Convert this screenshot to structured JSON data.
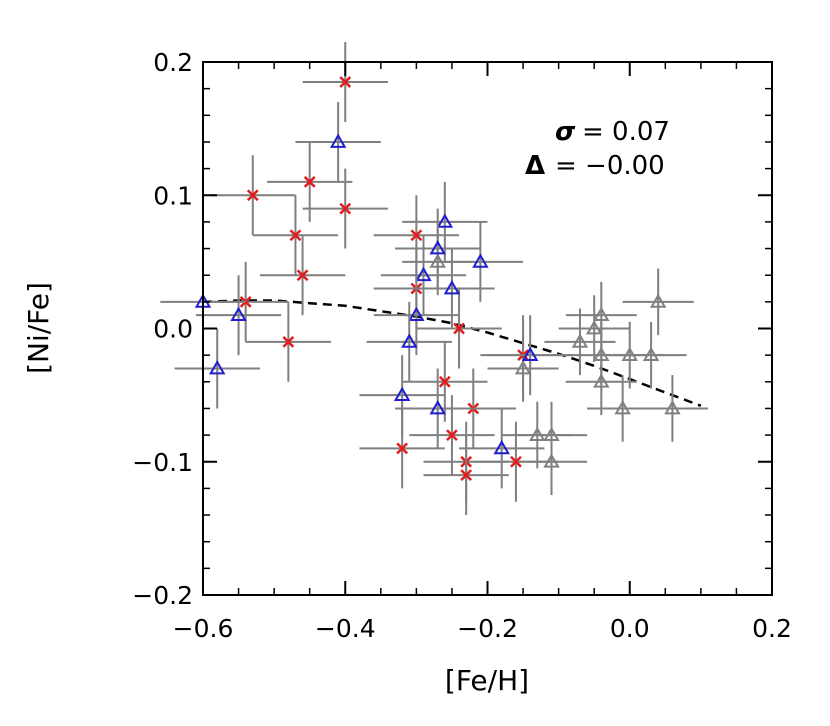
{
  "chart_data": {
    "type": "scatter",
    "xlabel": "[Fe/H]",
    "ylabel": "[Ni/Fe]",
    "xlim": [
      -0.6,
      0.2
    ],
    "ylim": [
      -0.2,
      0.2
    ],
    "x_ticks": [
      -0.6,
      -0.4,
      -0.2,
      0.0,
      0.2
    ],
    "y_ticks": [
      -0.2,
      -0.1,
      0.0,
      0.1,
      0.2
    ],
    "x_tick_labels": [
      "−0.6",
      "−0.4",
      "−0.2",
      "0.0",
      "0.2"
    ],
    "y_tick_labels": [
      "−0.2",
      "−0.1",
      "0.0",
      "0.1",
      "0.2"
    ],
    "annotations": [
      {
        "symbol": "σ",
        "text": "=  0.07"
      },
      {
        "symbol": "Δ",
        "text": "=  −0.00"
      }
    ],
    "series": [
      {
        "marker": "x",
        "color": "#e41a1c",
        "x_err": 0.06,
        "y_err": 0.03,
        "points": [
          [
            -0.4,
            0.185
          ],
          [
            -0.53,
            0.1
          ],
          [
            -0.45,
            0.11
          ],
          [
            -0.4,
            0.09
          ],
          [
            -0.47,
            0.07
          ],
          [
            -0.46,
            0.04
          ],
          [
            -0.48,
            -0.01
          ],
          [
            -0.54,
            0.02
          ],
          [
            -0.3,
            0.07
          ],
          [
            -0.3,
            0.03
          ],
          [
            -0.24,
            0.0
          ],
          [
            -0.15,
            -0.02
          ],
          [
            -0.26,
            -0.04
          ],
          [
            -0.22,
            -0.06
          ],
          [
            -0.25,
            -0.08
          ],
          [
            -0.32,
            -0.09
          ],
          [
            -0.16,
            -0.1
          ],
          [
            -0.23,
            -0.1
          ],
          [
            -0.23,
            -0.11
          ]
        ]
      },
      {
        "marker": "triangle",
        "color": "#1f1fd0",
        "x_err": 0.06,
        "y_err": 0.03,
        "points": [
          [
            -0.41,
            0.14
          ],
          [
            -0.26,
            0.08
          ],
          [
            -0.27,
            0.06
          ],
          [
            -0.21,
            0.05
          ],
          [
            -0.29,
            0.04
          ],
          [
            -0.25,
            0.03
          ],
          [
            -0.6,
            0.02
          ],
          [
            -0.55,
            0.01
          ],
          [
            -0.3,
            0.01
          ],
          [
            -0.31,
            -0.01
          ],
          [
            -0.58,
            -0.03
          ],
          [
            -0.14,
            -0.02
          ],
          [
            -0.32,
            -0.05
          ],
          [
            -0.27,
            -0.06
          ],
          [
            -0.18,
            -0.09
          ]
        ]
      },
      {
        "marker": "triangle",
        "color": "#808080",
        "x_err": 0.05,
        "y_err": 0.025,
        "points": [
          [
            -0.27,
            0.05
          ],
          [
            0.04,
            0.02
          ],
          [
            -0.04,
            0.01
          ],
          [
            -0.05,
            0.0
          ],
          [
            -0.07,
            -0.01
          ],
          [
            -0.04,
            -0.02
          ],
          [
            0.0,
            -0.02
          ],
          [
            0.03,
            -0.02
          ],
          [
            -0.15,
            -0.03
          ],
          [
            -0.04,
            -0.04
          ],
          [
            -0.01,
            -0.06
          ],
          [
            0.06,
            -0.06
          ],
          [
            -0.13,
            -0.08
          ],
          [
            -0.11,
            -0.08
          ],
          [
            -0.11,
            -0.1
          ]
        ]
      }
    ],
    "fit_curve": {
      "style": "dashed",
      "color": "#000000",
      "x": [
        -0.6,
        -0.55,
        -0.5,
        -0.45,
        -0.4,
        -0.35,
        -0.3,
        -0.25,
        -0.2,
        -0.15,
        -0.1,
        -0.05,
        0.0,
        0.05,
        0.1
      ],
      "y": [
        0.02,
        0.021,
        0.021,
        0.019,
        0.017,
        0.013,
        0.009,
        0.004,
        -0.003,
        -0.011,
        -0.019,
        -0.028,
        -0.038,
        -0.048,
        -0.058
      ]
    }
  }
}
